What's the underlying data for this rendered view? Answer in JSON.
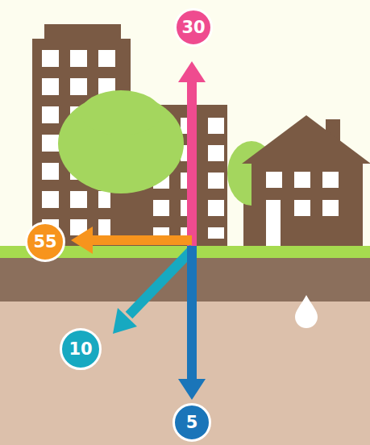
{
  "diagram": {
    "nodes": [
      {
        "text": [
          "30"
        ]
      },
      {
        "text": [
          "55"
        ]
      },
      {
        "text": [
          "10"
        ]
      },
      {
        "text": [
          "5"
        ]
      }
    ]
  }
}
